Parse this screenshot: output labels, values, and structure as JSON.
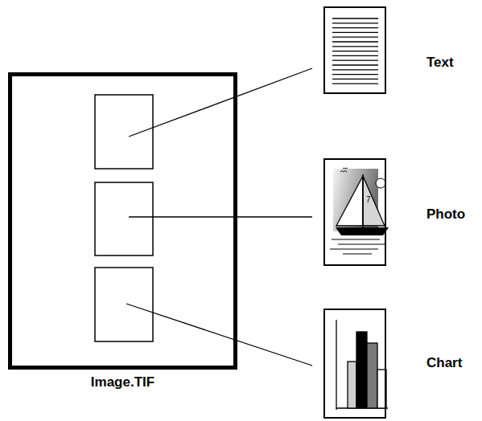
{
  "diagram": {
    "nodes": [
      {
        "text": [
          "Image.TIF"
        ]
      },
      {
        "text": [
          "Text"
        ]
      },
      {
        "text": [
          "Photo"
        ]
      },
      {
        "text": [
          "Chart"
        ]
      }
    ],
    "edges": [
      {
        "from": 0,
        "to": 1,
        "arrow": "none"
      },
      {
        "from": 0,
        "to": 2,
        "arrow": "none"
      },
      {
        "from": 0,
        "to": 3,
        "arrow": "none"
      }
    ],
    "labels": [
      "7"
    ]
  }
}
